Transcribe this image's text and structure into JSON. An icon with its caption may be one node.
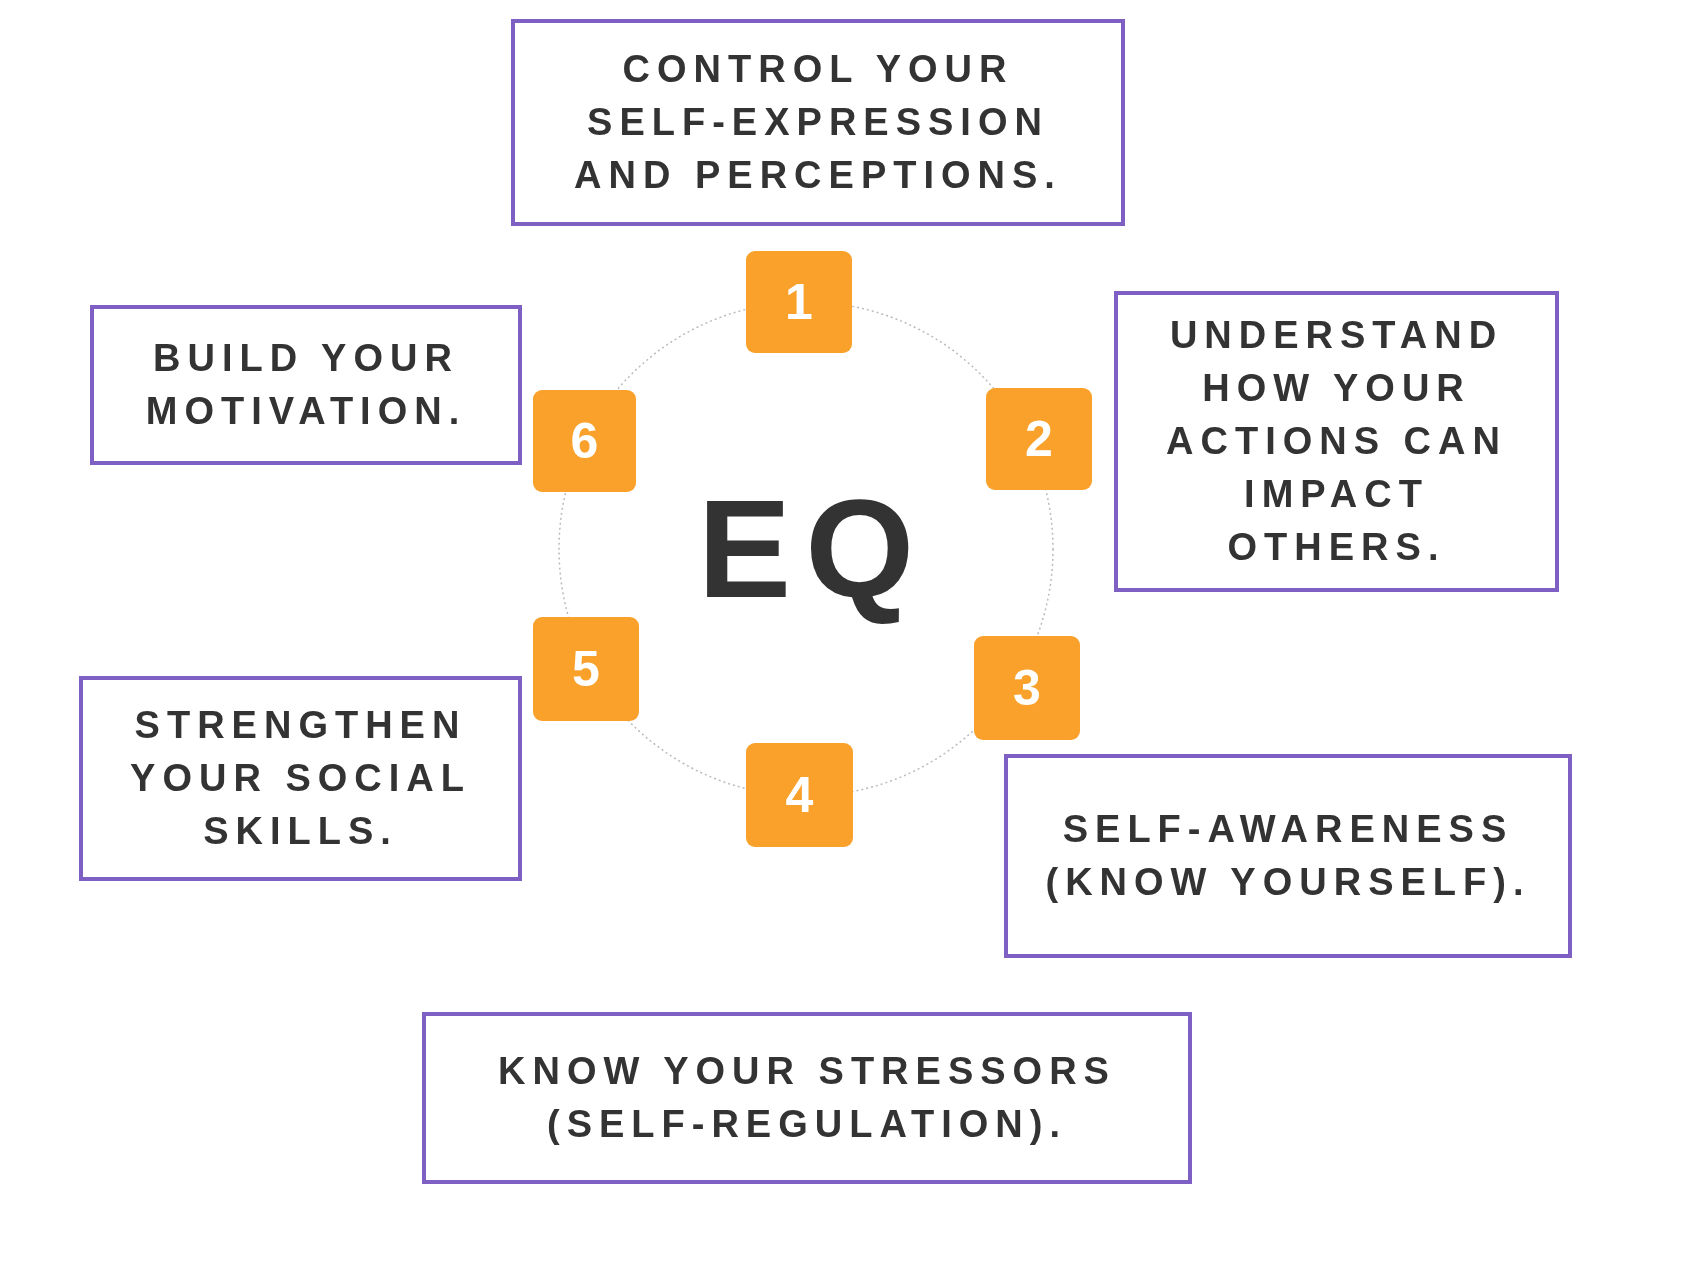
{
  "diagram": {
    "nodes": [
      {
        "text": [
          "CONTROL YOUR SELF-EXPRESSION AND PERCEPTIONS."
        ]
      },
      {
        "text": [
          "1"
        ]
      },
      {
        "text": [
          "BUILD YOUR MOTIVATION."
        ]
      },
      {
        "text": [
          "6"
        ]
      },
      {
        "text": [
          "2"
        ]
      },
      {
        "text": [
          "UNDERSTAND HOW YOUR ACTIONS CAN IMPACT OTHERS."
        ]
      },
      {
        "text": [
          "EQ"
        ]
      },
      {
        "text": [
          "5"
        ]
      },
      {
        "text": [
          "3"
        ]
      },
      {
        "text": [
          "STRENGTHEN YOUR SOCIAL SKILLS."
        ]
      },
      {
        "text": [
          "4"
        ]
      },
      {
        "text": [
          "SELF-AWARENESS (KNOW YOURSELF)."
        ]
      },
      {
        "text": [
          "KNOW YOUR STRESSORS (SELF-REGULATION)."
        ]
      }
    ]
  }
}
